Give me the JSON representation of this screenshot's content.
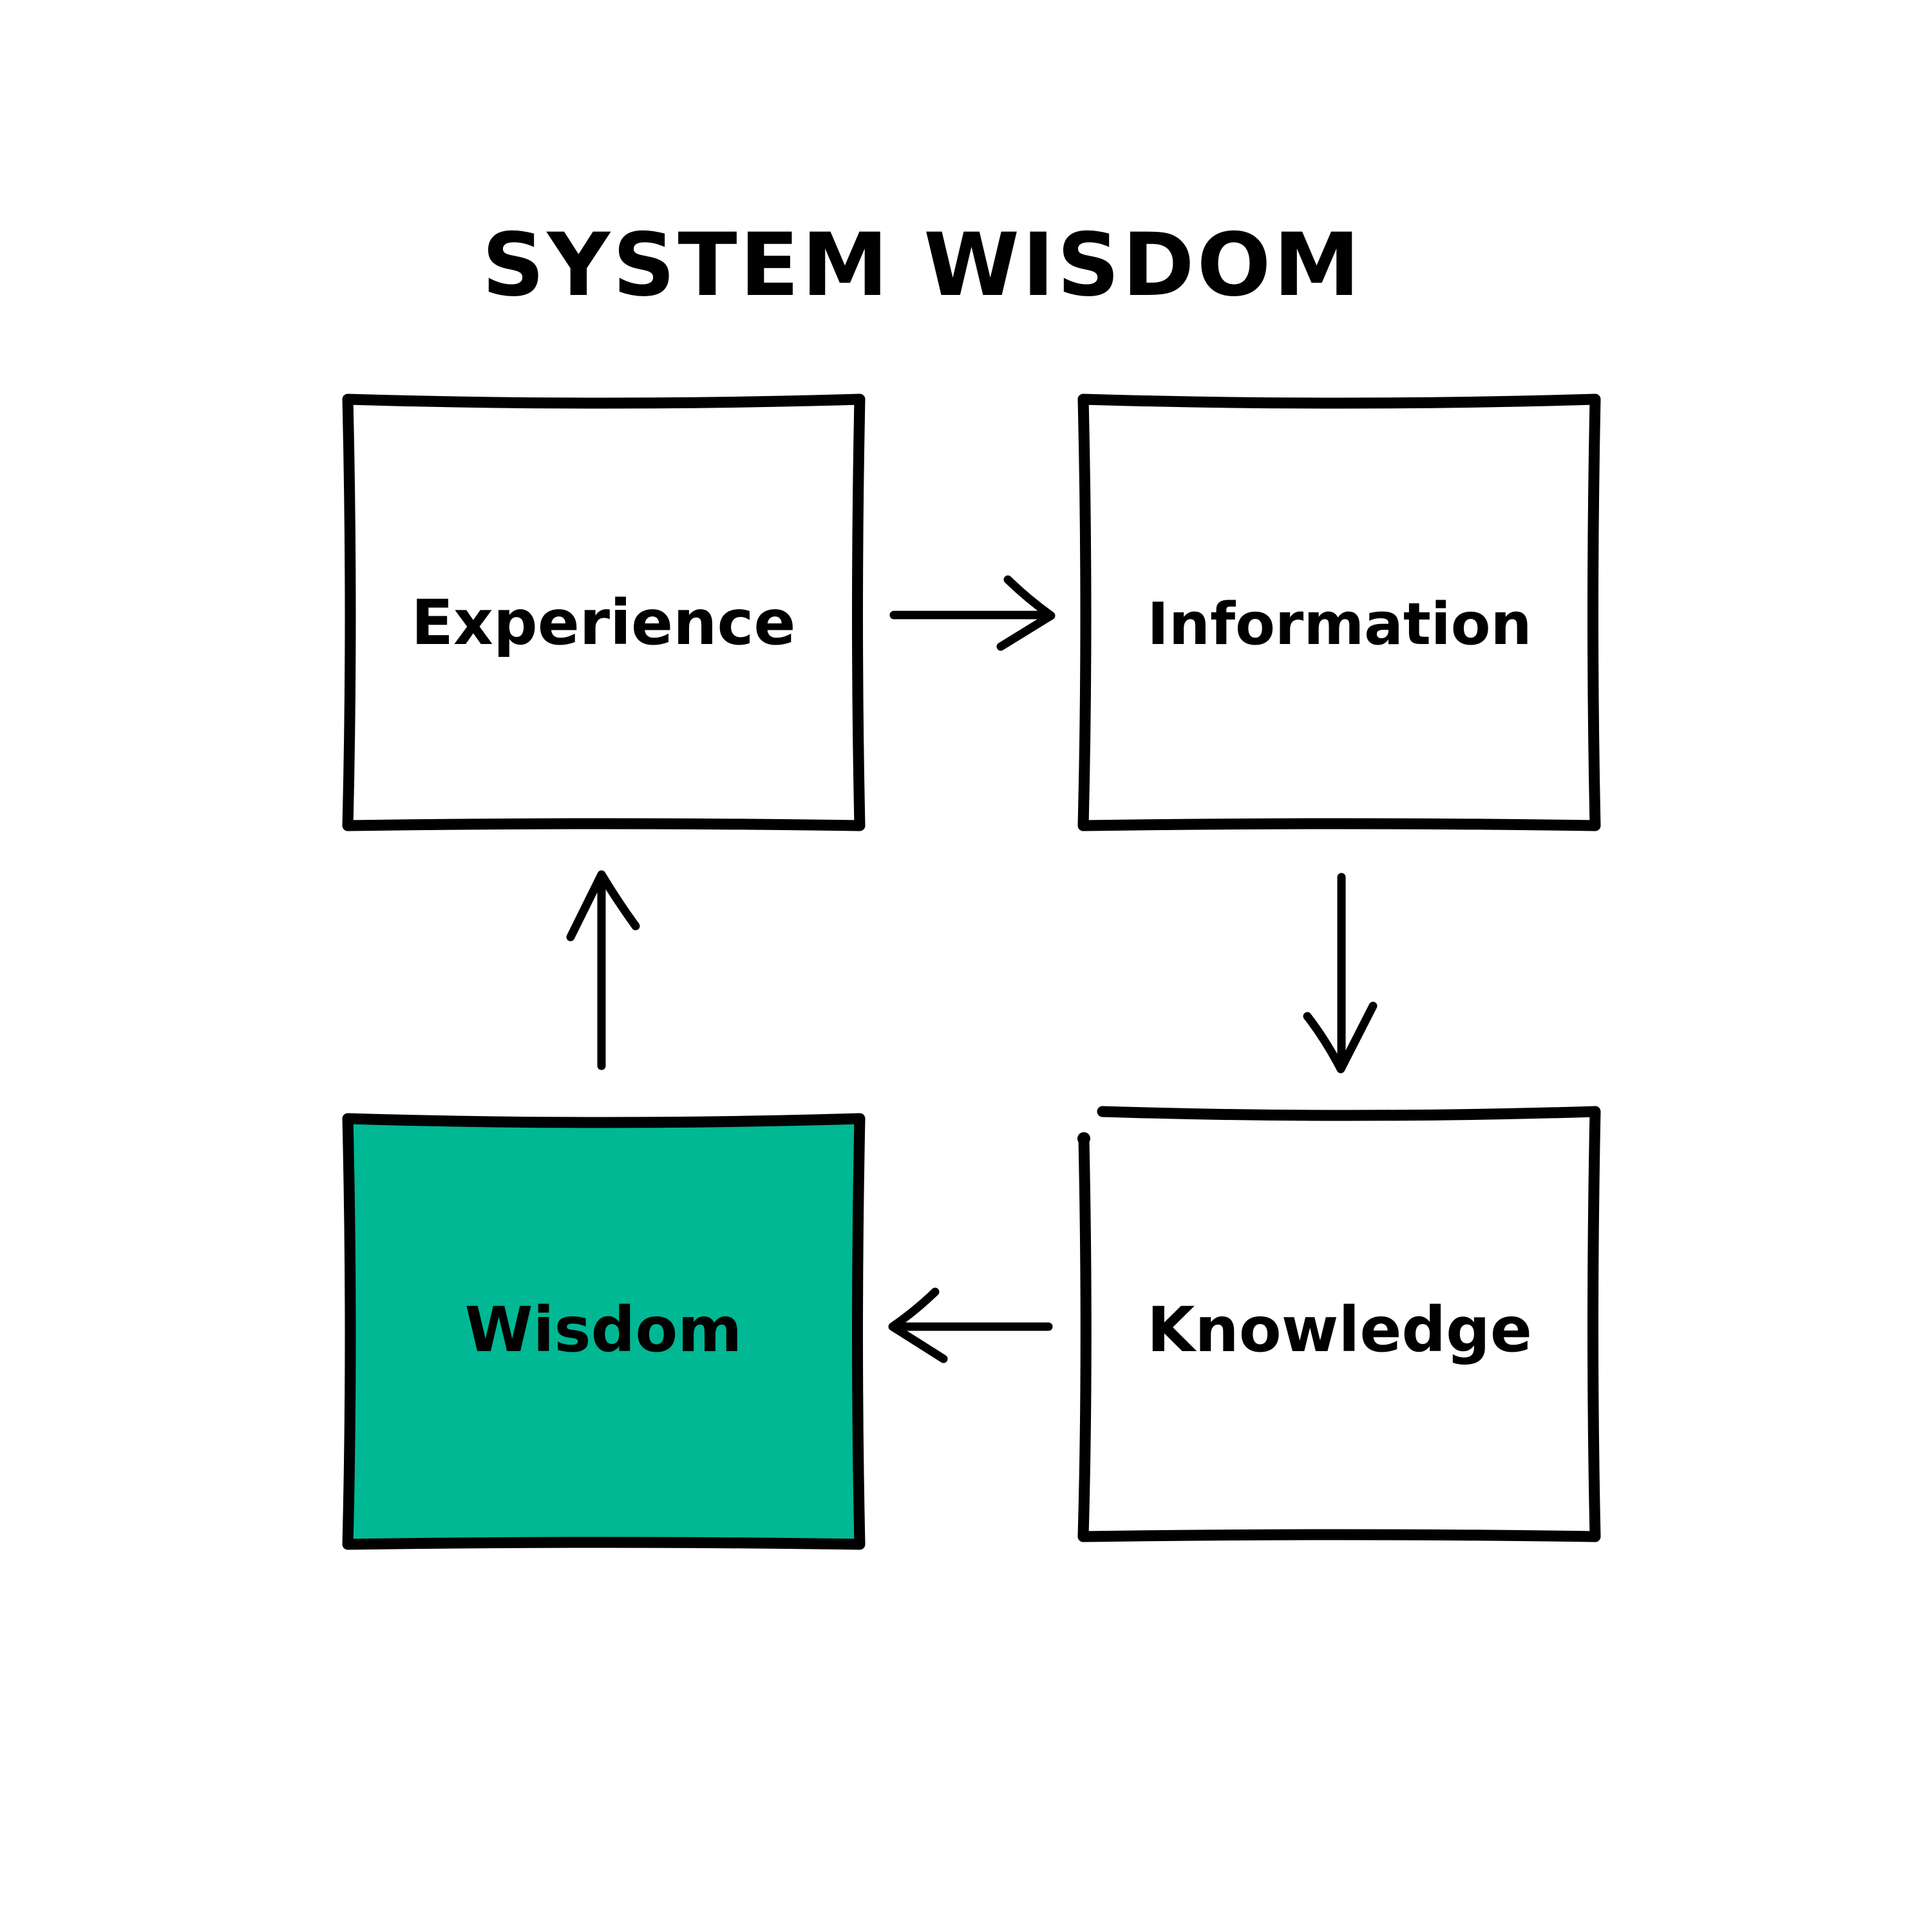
{
  "title": "SYSTEM WISDOM",
  "colors": {
    "stroke": "#000000",
    "background": "#ffffff",
    "highlight": "#00b894"
  },
  "boxes": [
    {
      "id": "experience",
      "label": "Experience",
      "highlighted": false
    },
    {
      "id": "information",
      "label": "Information",
      "highlighted": false
    },
    {
      "id": "knowledge",
      "label": "Knowledge",
      "highlighted": false
    },
    {
      "id": "wisdom",
      "label": "Wisdom",
      "highlighted": true
    }
  ],
  "edges": [
    {
      "from": "experience",
      "to": "information"
    },
    {
      "from": "information",
      "to": "knowledge"
    },
    {
      "from": "knowledge",
      "to": "wisdom"
    },
    {
      "from": "wisdom",
      "to": "experience"
    }
  ]
}
